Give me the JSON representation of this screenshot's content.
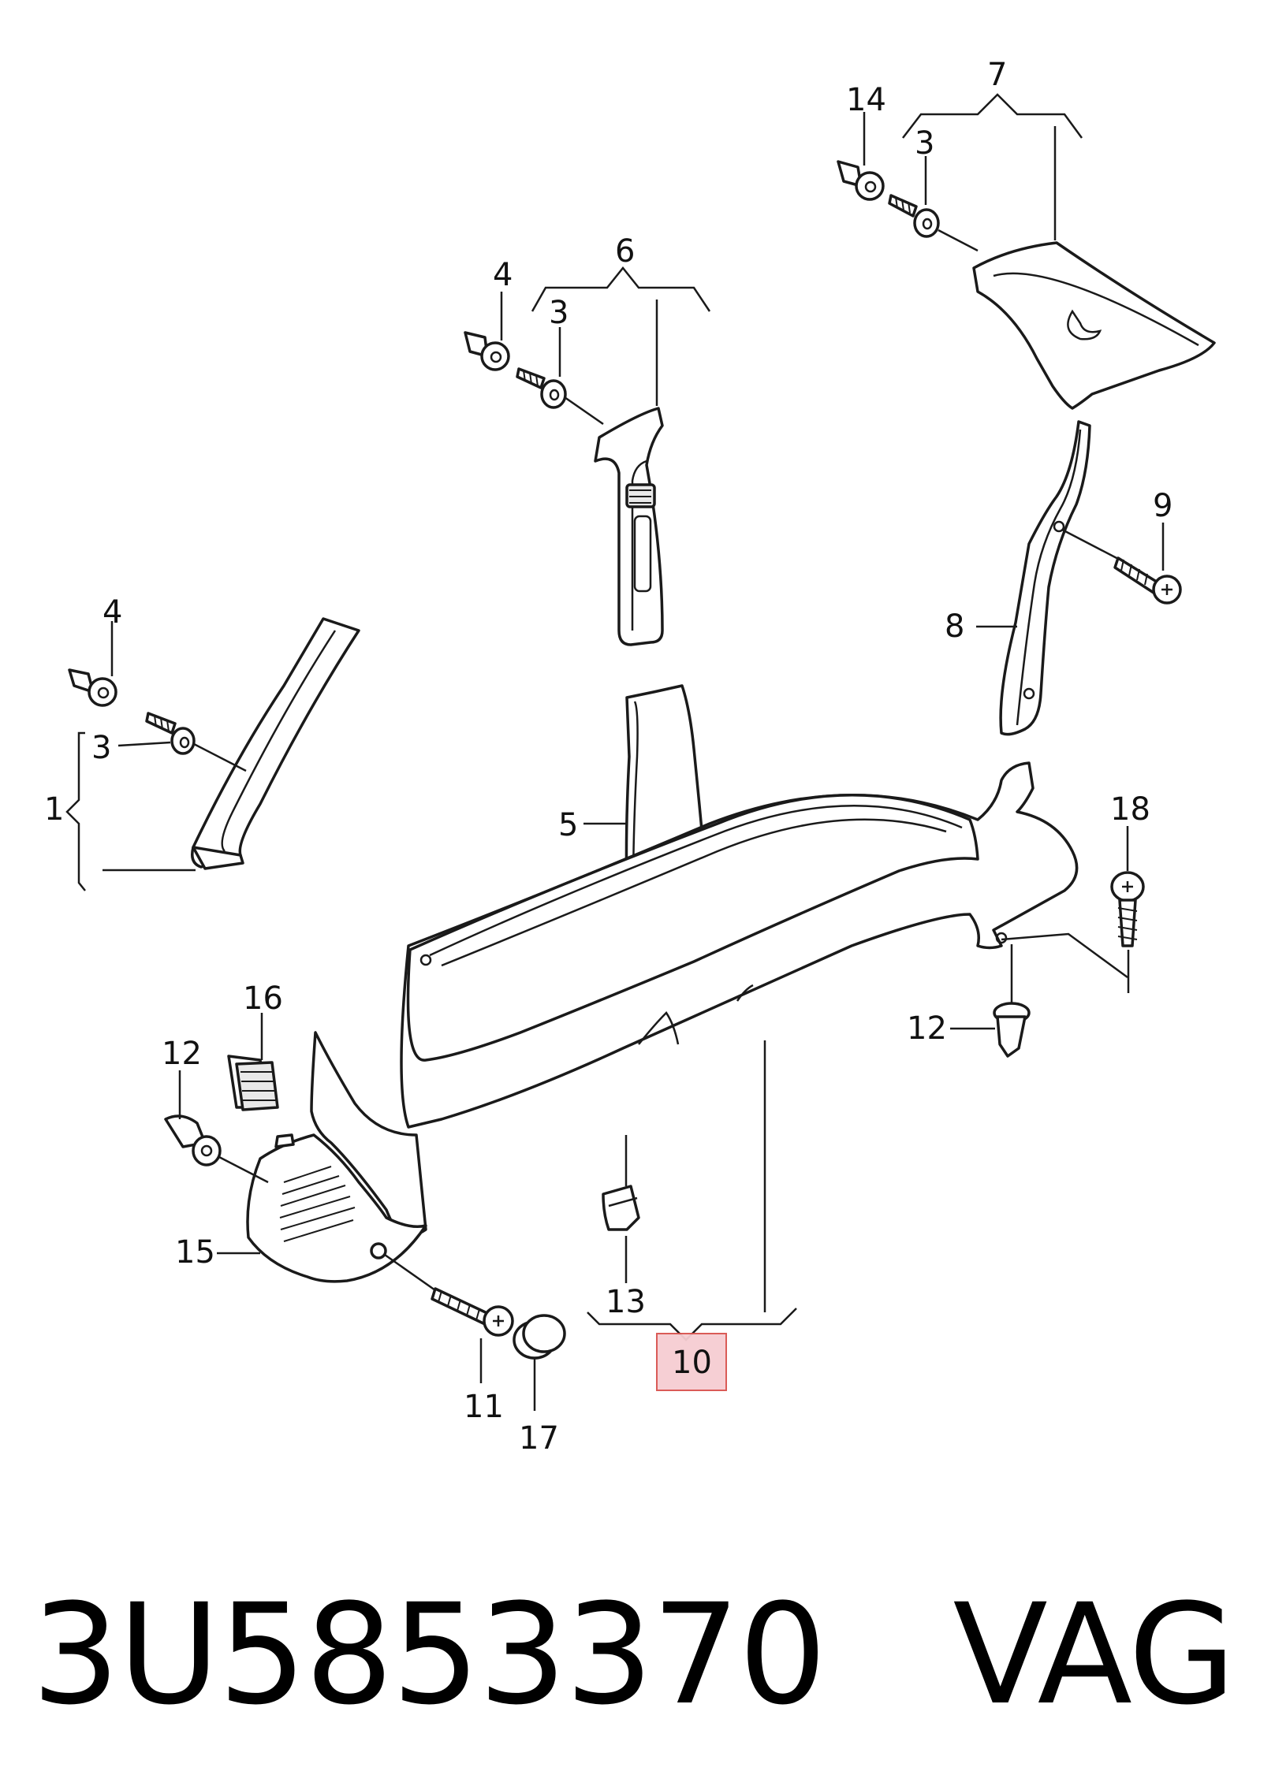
{
  "callouts": {
    "c1": "1",
    "c3a": "3",
    "c4a": "4",
    "c3b": "3",
    "c4b": "4",
    "c6": "6",
    "c5": "5",
    "c14": "14",
    "c3c": "3",
    "c7": "7",
    "c9": "9",
    "c8": "8",
    "c18": "18",
    "c12a": "12",
    "c16": "16",
    "c12b": "12",
    "c15": "15",
    "c13": "13",
    "c10": "10",
    "c11": "11",
    "c17": "17"
  },
  "highlight": {
    "label": "10",
    "color": "#f4c6cb",
    "border": "#d9534f"
  },
  "caption": {
    "part_number": "3U5853370",
    "brand": "VAG"
  }
}
